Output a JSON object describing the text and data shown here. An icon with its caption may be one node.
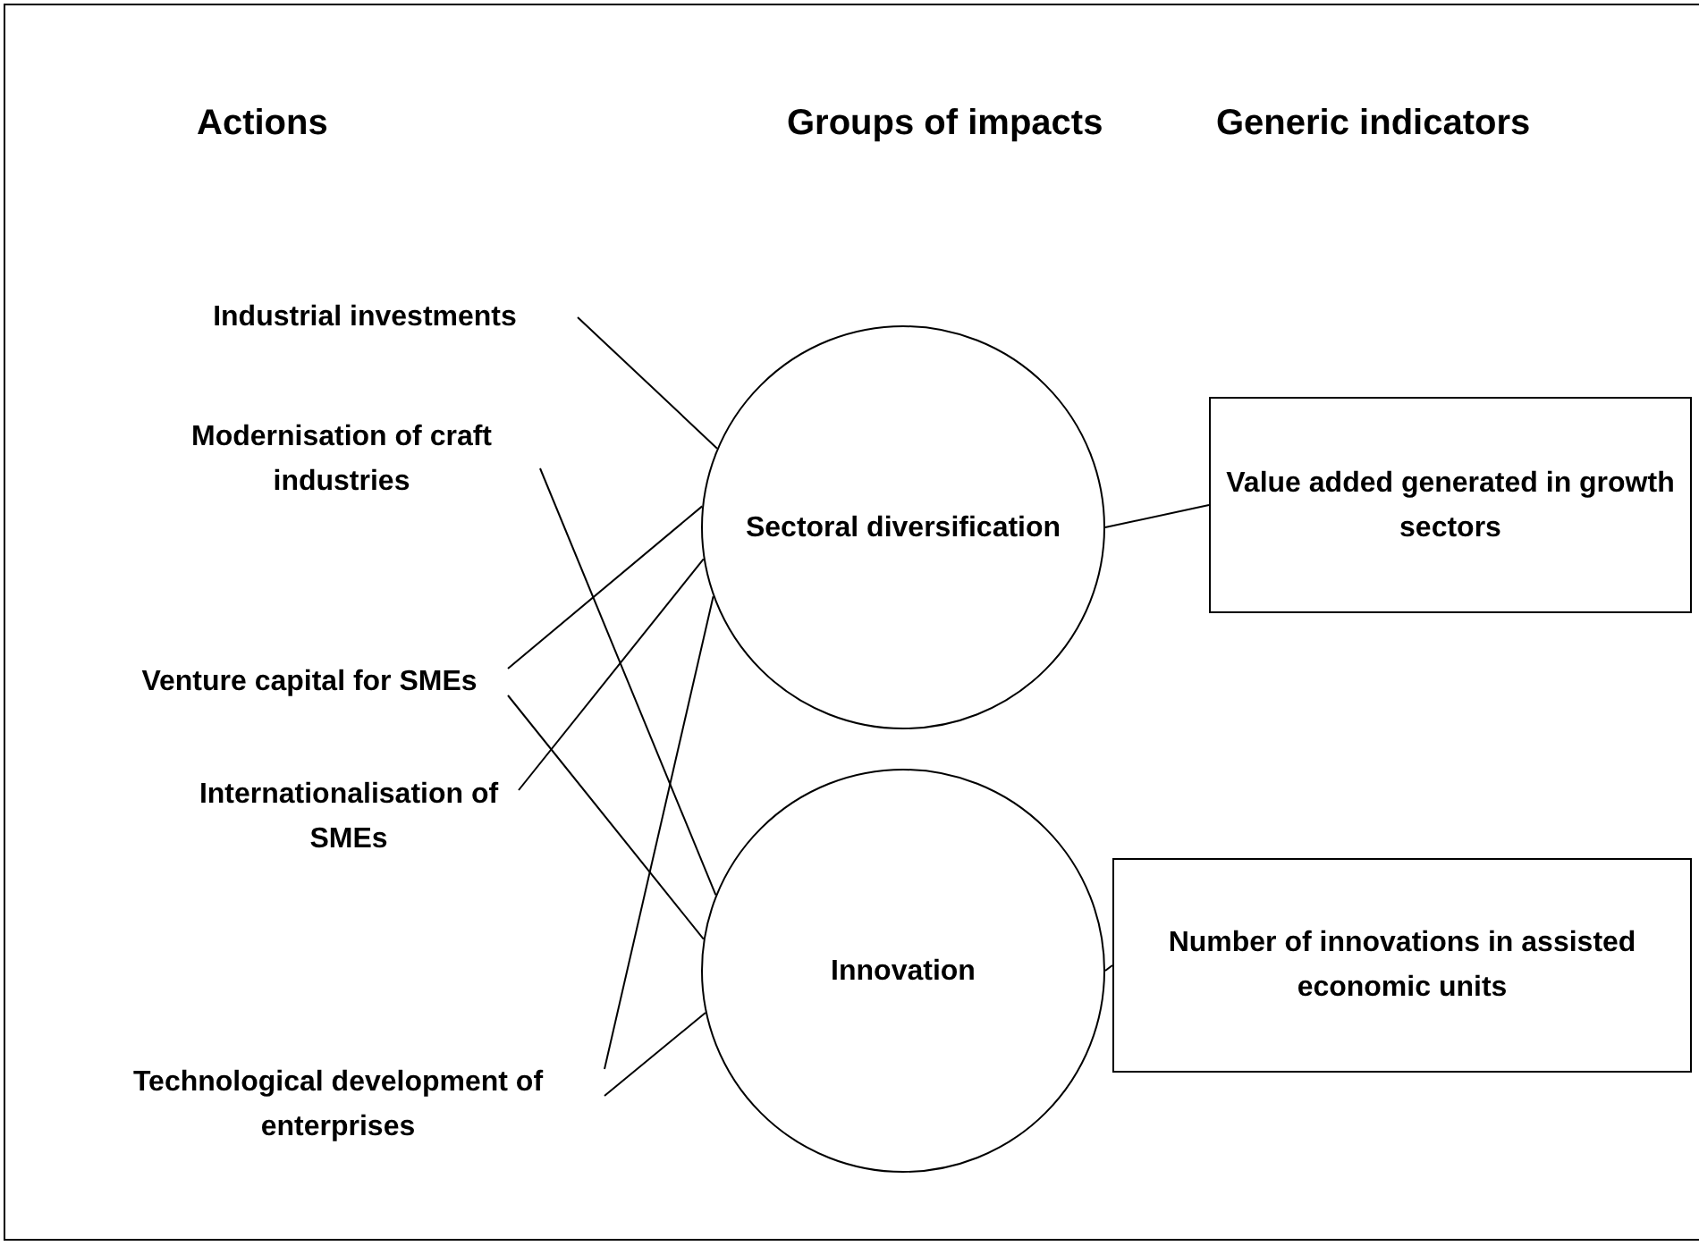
{
  "diagram": {
    "nodes": [
      {
        "text": [
          "Industrial investments"
        ]
      },
      {
        "text": [
          "Modernisation of craft industries"
        ]
      },
      {
        "text": [
          "Venture capital for SMEs"
        ]
      },
      {
        "text": [
          "Internationalisation of SMEs"
        ]
      },
      {
        "text": [
          "Technological development of enterprises"
        ]
      },
      {
        "text": [
          "Sectoral diversification"
        ]
      },
      {
        "text": [
          "Innovation"
        ]
      },
      {
        "text": [
          "Value added generated in growth sectors"
        ]
      },
      {
        "text": [
          "Number of innovations in assisted economic units"
        ]
      }
    ],
    "edges": [
      {
        "from": 0,
        "to": 5,
        "arrow": "none"
      },
      {
        "from": 1,
        "to": 6,
        "arrow": "none"
      },
      {
        "from": 2,
        "to": 5,
        "arrow": "none"
      },
      {
        "from": 2,
        "to": 6,
        "arrow": "none"
      },
      {
        "from": 3,
        "to": 5,
        "arrow": "none"
      },
      {
        "from": 4,
        "to": 5,
        "arrow": "none"
      },
      {
        "from": 4,
        "to": 6,
        "arrow": "none"
      },
      {
        "from": 5,
        "to": 7,
        "arrow": "none"
      },
      {
        "from": 6,
        "to": 8,
        "arrow": "none"
      }
    ],
    "labels": [
      "Actions",
      "Groups of impacts",
      "Generic indicators"
    ]
  }
}
